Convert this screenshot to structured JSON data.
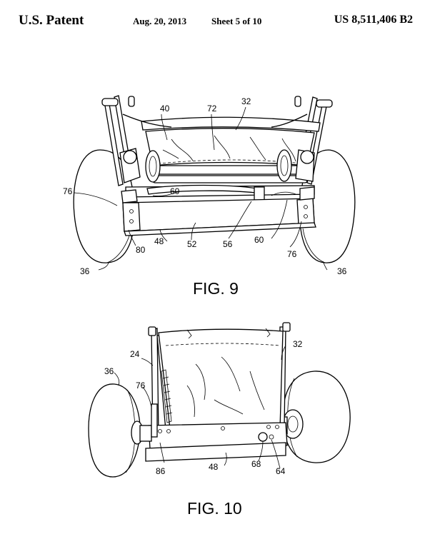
{
  "header": {
    "left": "U.S. Patent",
    "date": "Aug. 20, 2013",
    "sheet": "Sheet 5 of 10",
    "number": "US 8,511,406 B2"
  },
  "fig9": {
    "caption": "FIG. 9",
    "labels": [
      "40",
      "72",
      "32",
      "76",
      "60",
      "48",
      "52",
      "56",
      "60",
      "76",
      "80",
      "36",
      "36"
    ]
  },
  "fig10": {
    "caption": "FIG. 10",
    "labels": [
      "24",
      "32",
      "36",
      "76",
      "86",
      "48",
      "68",
      "64"
    ]
  }
}
